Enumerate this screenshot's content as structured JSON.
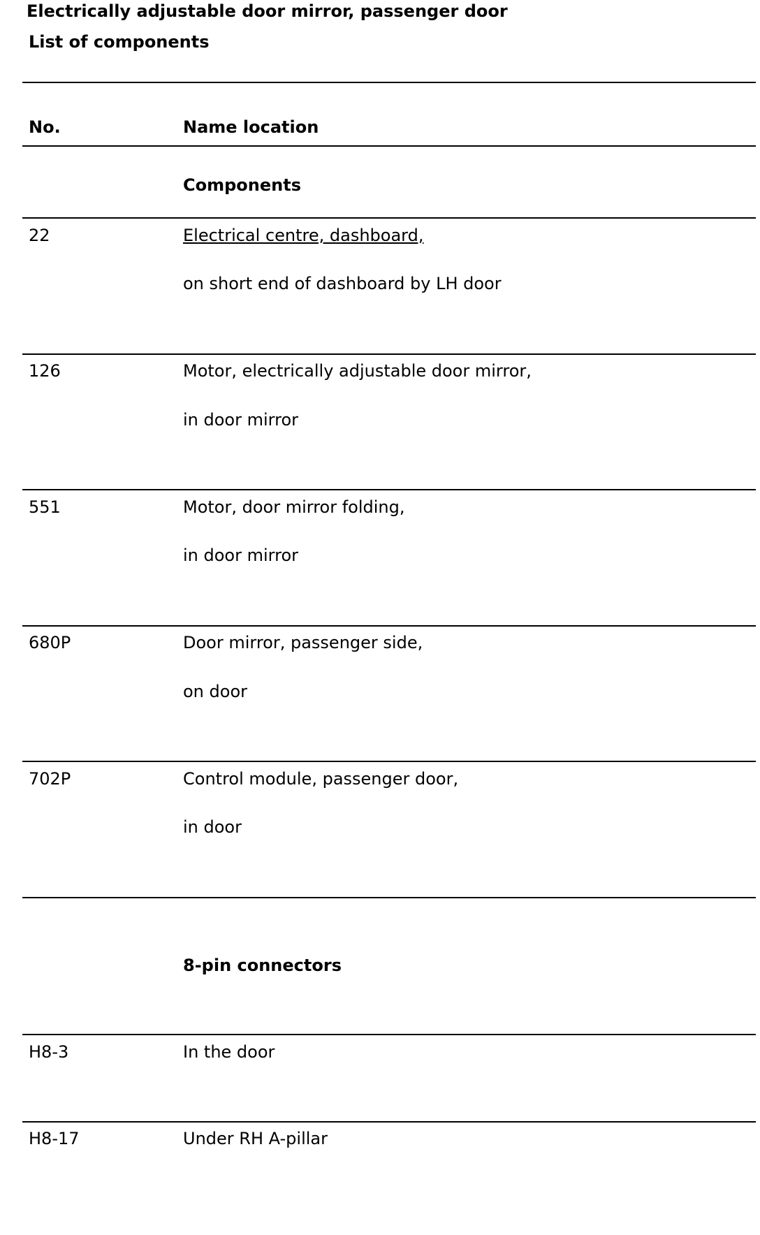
{
  "document": {
    "title": "Electrically adjustable door mirror, passenger door",
    "subtitle": "List of components"
  },
  "table": {
    "headers": {
      "no": "No.",
      "name": "Name location"
    },
    "sections": [
      {
        "heading": "Components",
        "rows": [
          {
            "no": "22",
            "name": "Electrical centre, dashboard,",
            "location": "on short end of dashboard by LH door",
            "name_link": true
          },
          {
            "no": "126",
            "name": "Motor, electrically adjustable door mirror,",
            "location": "in door mirror"
          },
          {
            "no": "551",
            "name": "Motor, door mirror folding,",
            "location": "in door mirror"
          },
          {
            "no": "680P",
            "name": "Door mirror, passenger side,",
            "location": "on door"
          },
          {
            "no": "702P",
            "name": "Control module, passenger door,",
            "location": "in door"
          }
        ]
      },
      {
        "heading": "8-pin connectors",
        "rows": [
          {
            "no": "H8-3",
            "name": "In the door"
          },
          {
            "no": "H8-17",
            "name": "Under RH A-pillar"
          }
        ]
      }
    ]
  }
}
